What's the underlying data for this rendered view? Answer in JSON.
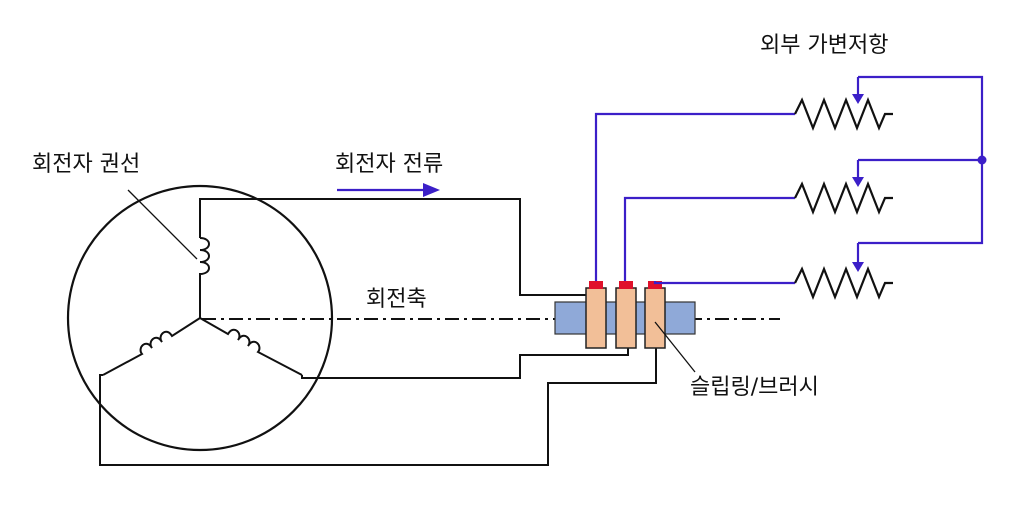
{
  "labels": {
    "rotor_winding": "회전자 권선",
    "rotor_current": "회전자 전류",
    "rotation_axis": "회전축",
    "external_resistor": "외부 가변저항",
    "slip_ring_brush": "슬립링/브러시"
  },
  "colors": {
    "rotor_wire": "#111111",
    "external_wire": "#3b1fc8",
    "resistor": "#111111",
    "arrow": "#3b1fc8",
    "shaft_fill": "#8fa9d8",
    "ring_fill": "#f2bf98",
    "brush": "#e0102a"
  },
  "icons": {
    "arrow": "right-arrow-icon",
    "variable_resistor": "variable-resistor-icon",
    "coil": "inductor-coil-icon"
  }
}
